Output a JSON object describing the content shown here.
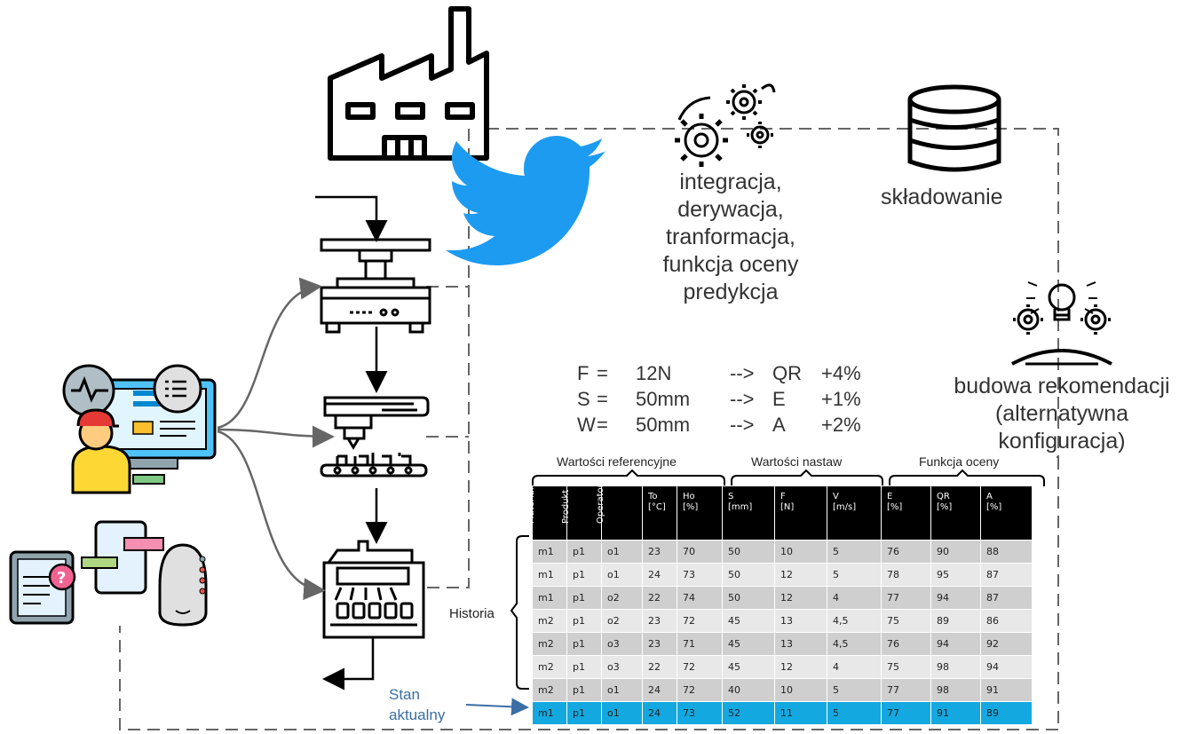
{
  "processing_label": [
    "integracja,",
    "derywacja,",
    "tranformacja,",
    "funkcja oceny",
    "predykcja"
  ],
  "storage_label": "składowanie",
  "recommendation_label": [
    "budowa rekomendacji",
    "(alternatywna",
    "konfiguracja)"
  ],
  "equations": [
    [
      "F",
      "=",
      "12N",
      "-->",
      "QR",
      "+4%"
    ],
    [
      "S",
      "=",
      "50mm",
      "-->",
      "E",
      "+1%"
    ],
    [
      "W",
      "=",
      "50mm",
      "-->",
      "A",
      "+2%"
    ]
  ],
  "table": {
    "groups": [
      "Wartości referencyjne",
      "Wartości nastaw",
      "Funkcja oceny"
    ],
    "columns": [
      [
        "Materiał",
        ""
      ],
      [
        "Produkt",
        ""
      ],
      [
        "Operator",
        ""
      ],
      [
        "To",
        "[°C]"
      ],
      [
        "Ho",
        "[%]"
      ],
      [
        "S",
        "[mm]"
      ],
      [
        "F",
        "[N]"
      ],
      [
        "V",
        "[m/s]"
      ],
      [
        "E",
        "[%]"
      ],
      [
        "QR",
        "[%]"
      ],
      [
        "A",
        "[%]"
      ]
    ],
    "rotated_columns": [
      0,
      1,
      2
    ],
    "rows": [
      [
        "m1",
        "p1",
        "o1",
        "23",
        "70",
        "50",
        "10",
        "5",
        "76",
        "90",
        "88"
      ],
      [
        "m1",
        "p1",
        "o1",
        "24",
        "73",
        "50",
        "12",
        "5",
        "78",
        "95",
        "87"
      ],
      [
        "m1",
        "p1",
        "o2",
        "22",
        "74",
        "50",
        "12",
        "4",
        "77",
        "94",
        "87"
      ],
      [
        "m2",
        "p1",
        "o2",
        "23",
        "72",
        "45",
        "13",
        "4,5",
        "75",
        "89",
        "86"
      ],
      [
        "m2",
        "p1",
        "o3",
        "23",
        "71",
        "45",
        "13",
        "4,5",
        "76",
        "94",
        "92"
      ],
      [
        "m2",
        "p1",
        "o3",
        "22",
        "72",
        "45",
        "12",
        "4",
        "75",
        "98",
        "94"
      ],
      [
        "m2",
        "p1",
        "o1",
        "24",
        "72",
        "40",
        "10",
        "5",
        "77",
        "98",
        "91"
      ],
      [
        "m1",
        "p1",
        "o1",
        "24",
        "73",
        "52",
        "11",
        "5",
        "77",
        "91",
        "89"
      ]
    ],
    "current_row_index": 7
  },
  "history_label": "Historia",
  "current_state_label": [
    "Stan",
    "aktualny"
  ],
  "icons": [
    "factory-icon",
    "twitter-bird-icon",
    "gears-icon",
    "database-icon",
    "lightbulb-gears-icon",
    "operator-computer-icon",
    "devices-icon",
    "press-machine-icon",
    "nozzle-machine-icon",
    "conveyor-icon",
    "packing-machine-icon"
  ],
  "colors": {
    "twitter_blue": "#1d9bf0",
    "current_row": "#14a8e0",
    "dashed_line": "#666666"
  }
}
